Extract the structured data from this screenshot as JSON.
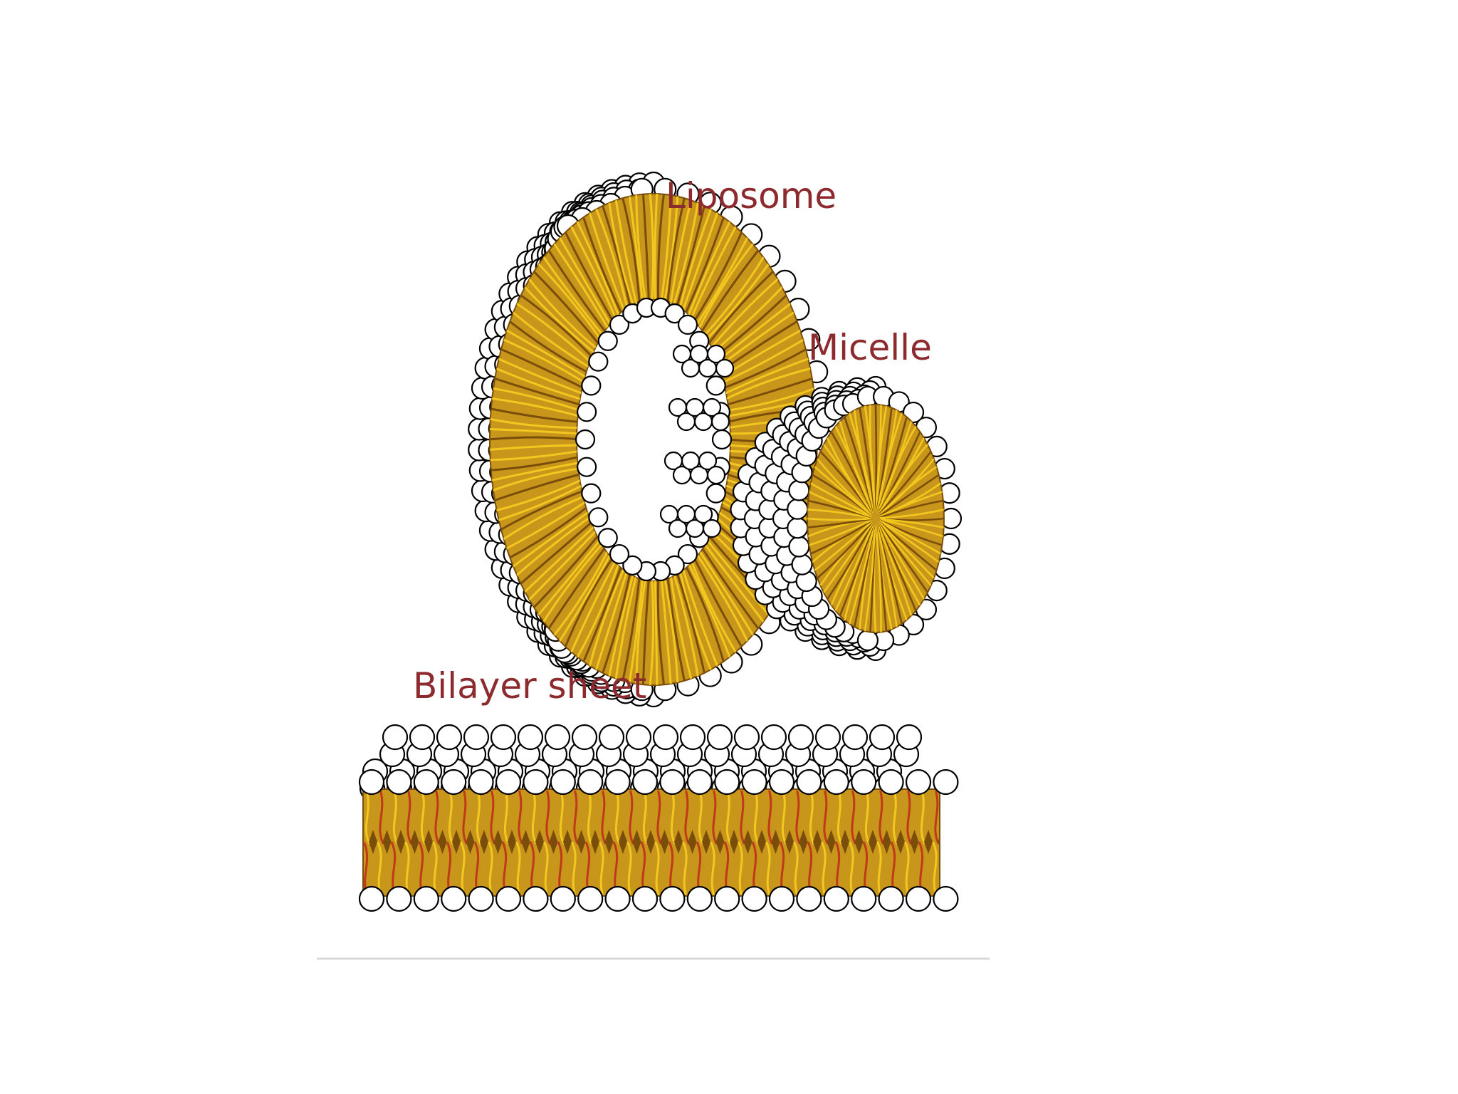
{
  "labels": {
    "liposome": "Liposome",
    "micelle": "Micelle",
    "bilayer": "Bilayer sheet"
  },
  "colors": {
    "label": "#8c2a2e",
    "tail_fill": "#c8961a",
    "tail_dark": "#7a4e0a",
    "tail_light": "#f2c71f",
    "tail_red": "#c0391b",
    "head_fill": "#ffffff",
    "head_stroke": "#000000",
    "divider": "#d8d8d8"
  }
}
